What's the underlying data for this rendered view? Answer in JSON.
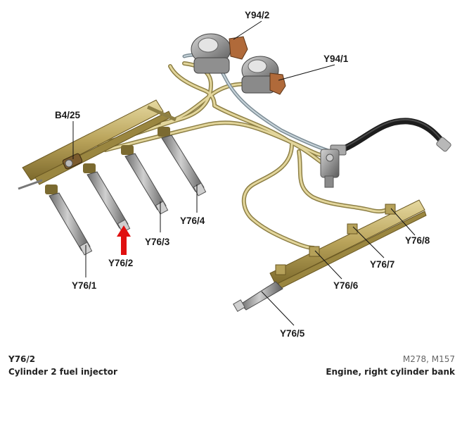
{
  "labels": {
    "y94_2": "Y94/2",
    "y94_1": "Y94/1",
    "b4_25": "B4/25",
    "y76_1": "Y76/1",
    "y76_2": "Y76/2",
    "y76_3": "Y76/3",
    "y76_4": "Y76/4",
    "y76_5": "Y76/5",
    "y76_6": "Y76/6",
    "y76_7": "Y76/7",
    "y76_8": "Y76/8"
  },
  "caption": {
    "component_code": "Y76/2",
    "component_desc": "Cylinder 2 fuel injector",
    "models": "M278, M157",
    "location": "Engine, right cylinder bank"
  },
  "colors": {
    "highlight_arrow": "#e01010",
    "fuel_line": "#d8c98a",
    "fuel_rail": "#b5a15a",
    "injector_body": "#9a9a9a",
    "hose": "#2a2a2a",
    "pump": "#8a8a8a"
  }
}
